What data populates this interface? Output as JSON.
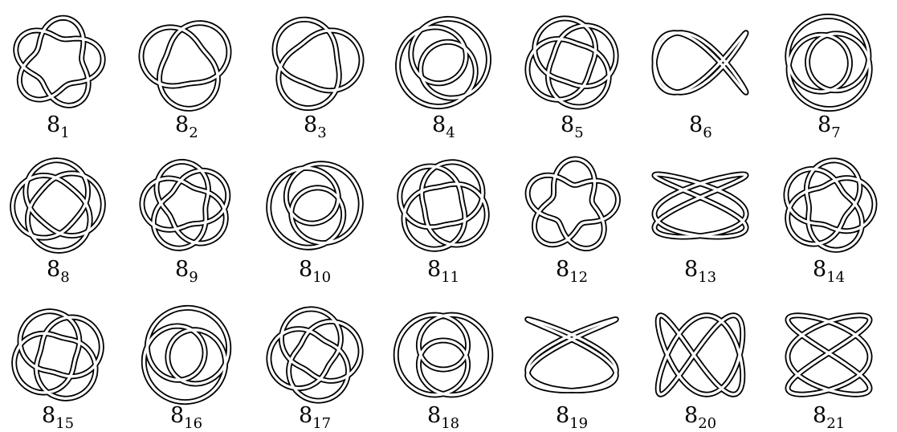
{
  "figure": {
    "knots": [
      {
        "id": "8_1",
        "main": "8",
        "sub": "1"
      },
      {
        "id": "8_2",
        "main": "8",
        "sub": "2"
      },
      {
        "id": "8_3",
        "main": "8",
        "sub": "3"
      },
      {
        "id": "8_4",
        "main": "8",
        "sub": "4"
      },
      {
        "id": "8_5",
        "main": "8",
        "sub": "5"
      },
      {
        "id": "8_6",
        "main": "8",
        "sub": "6"
      },
      {
        "id": "8_7",
        "main": "8",
        "sub": "7"
      },
      {
        "id": "8_8",
        "main": "8",
        "sub": "8"
      },
      {
        "id": "8_9",
        "main": "8",
        "sub": "9"
      },
      {
        "id": "8_10",
        "main": "8",
        "sub": "10"
      },
      {
        "id": "8_11",
        "main": "8",
        "sub": "11"
      },
      {
        "id": "8_12",
        "main": "8",
        "sub": "12"
      },
      {
        "id": "8_13",
        "main": "8",
        "sub": "13"
      },
      {
        "id": "8_14",
        "main": "8",
        "sub": "14"
      },
      {
        "id": "8_15",
        "main": "8",
        "sub": "15"
      },
      {
        "id": "8_16",
        "main": "8",
        "sub": "16"
      },
      {
        "id": "8_17",
        "main": "8",
        "sub": "17"
      },
      {
        "id": "8_18",
        "main": "8",
        "sub": "18"
      },
      {
        "id": "8_19",
        "main": "8",
        "sub": "19"
      },
      {
        "id": "8_20",
        "main": "8",
        "sub": "20"
      },
      {
        "id": "8_21",
        "main": "8",
        "sub": "21"
      }
    ],
    "colors": {
      "stroke": "#000000",
      "fill": "#ffffff"
    }
  }
}
